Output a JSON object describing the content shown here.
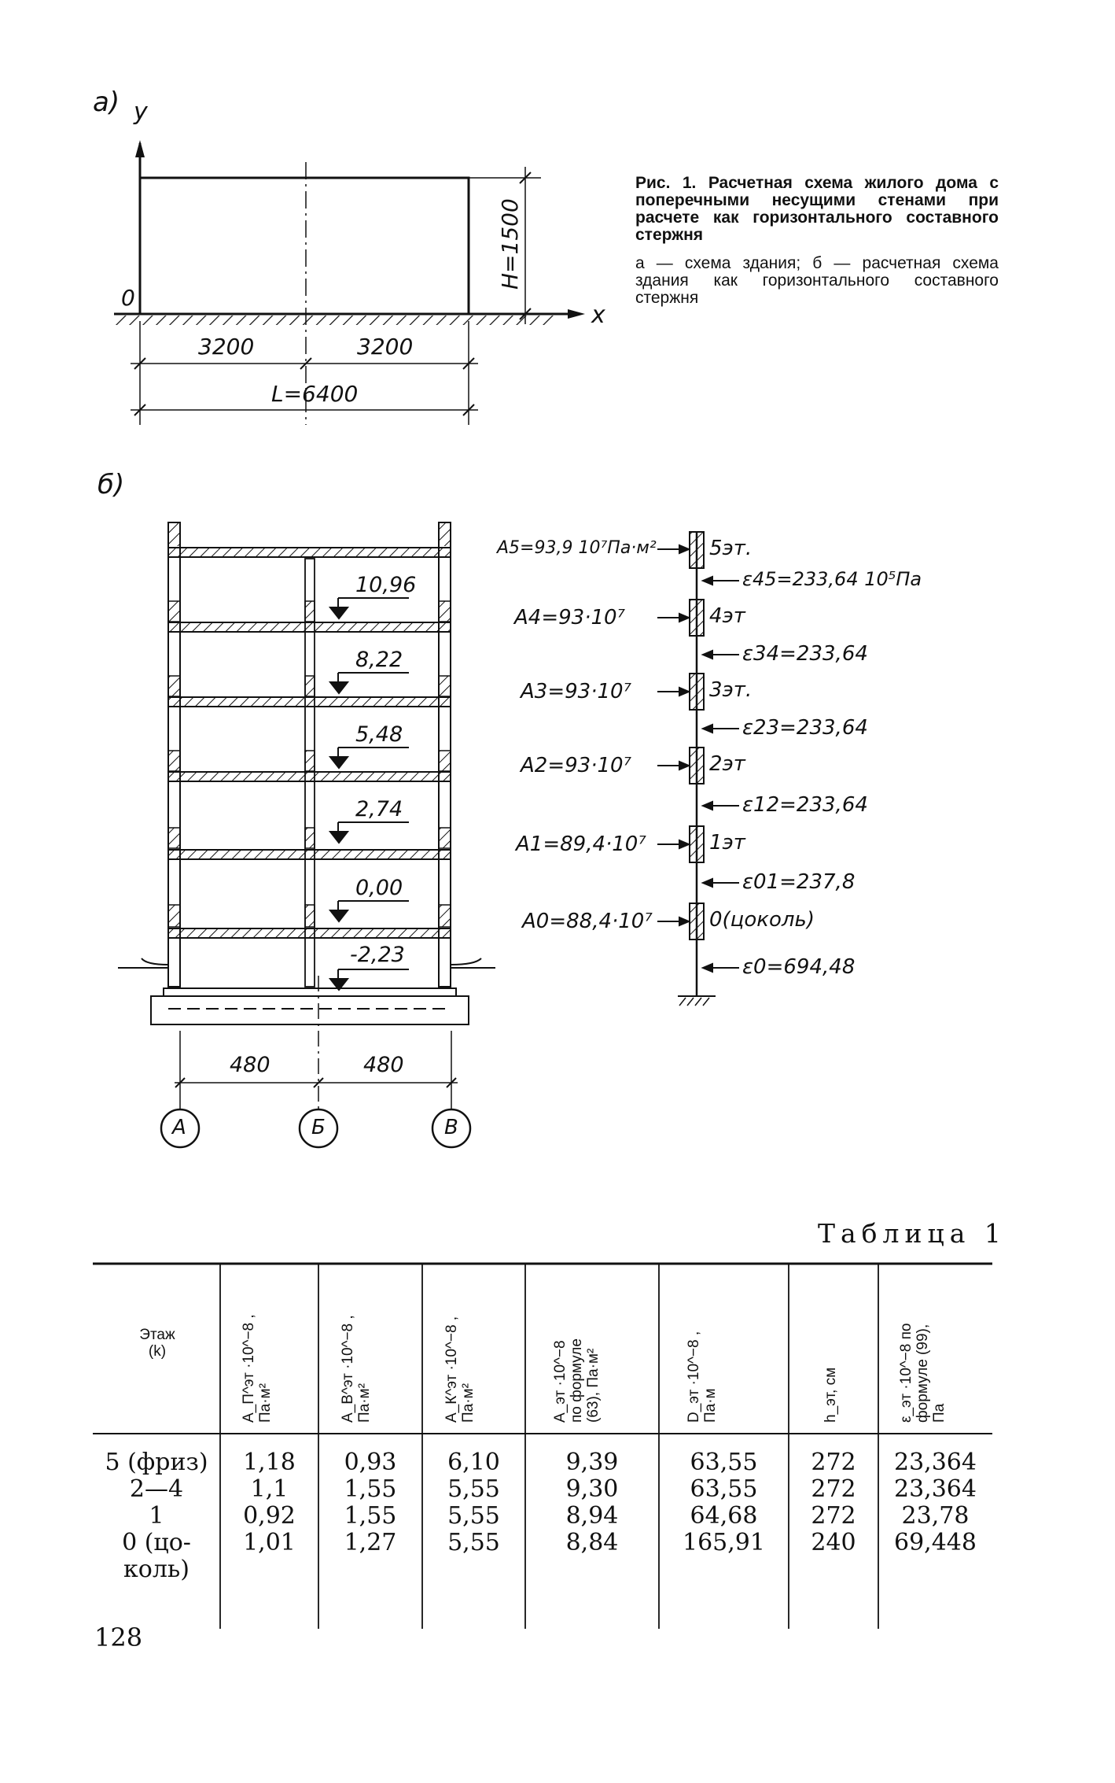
{
  "figure_a": {
    "label": "а)",
    "y_axis": "y",
    "x_axis": "x",
    "origin": "0",
    "height_dim": "H=1500",
    "spans": [
      "3200",
      "3200"
    ],
    "total_span": "L=6400"
  },
  "caption": {
    "title": "Рис. 1. Расчетная схема жилого дома с поперечными несущими стенами при расчете как горизонтального составного стержня",
    "subtitle": "а — схема здания; б — расчетная схема здания как горизонтального составного стержня"
  },
  "figure_b": {
    "label": "б)",
    "elevations": [
      "10,96",
      "8,22",
      "5,48",
      "2,74",
      "0,00",
      "-2,23"
    ],
    "spans": [
      "480",
      "480"
    ],
    "axes": [
      "А",
      "Б",
      "В"
    ]
  },
  "scheme": {
    "A_labels": [
      "A5=93,9 10⁷Па·м²",
      "A4=93·10⁷",
      "A3=93·10⁷",
      "A2=93·10⁷",
      "A1=89,4·10⁷",
      "A0=88,4·10⁷"
    ],
    "floor_labels": [
      "5эт.",
      "4эт",
      "3эт.",
      "2эт",
      "1эт",
      "0(цоколь)"
    ],
    "eps_labels": [
      "ε45=233,64 10⁵Па",
      "ε34=233,64",
      "ε23=233,64",
      "ε12=233,64",
      "ε01=237,8",
      "ε0=694,48"
    ]
  },
  "table": {
    "title": "Таблица 1",
    "headers": [
      "Этаж\n(k)",
      "A_П^эт ·10^−8 ,\nПа·м²",
      "A_В^эт ·10^−8 ,\nПа·м²",
      "A_К^эт ·10^−8 ,\nПа·м²",
      "A_эт ·10^−8\nпо формуле\n(63), Па·м²",
      "D_эт ·10^−8 ,\nПа·м",
      "h_эт, см",
      "ε_эт ·10^−8 по\nформуле (99),\nПа"
    ],
    "columns": [
      [
        "5 (фриз)",
        "2—4",
        "1",
        "0 (цо-",
        "коль)"
      ],
      [
        "1,18",
        "1,1",
        "0,92",
        "1,01"
      ],
      [
        "0,93",
        "1,55",
        "1,55",
        "1,27"
      ],
      [
        "6,10",
        "5,55",
        "5,55",
        "5,55"
      ],
      [
        "9,39",
        "9,30",
        "8,94",
        "8,84"
      ],
      [
        "63,55",
        "63,55",
        "64,68",
        "165,91"
      ],
      [
        "272",
        "272",
        "272",
        "240"
      ],
      [
        "23,364",
        "23,364",
        "23,78",
        "69,448"
      ]
    ]
  },
  "page_number": "128"
}
